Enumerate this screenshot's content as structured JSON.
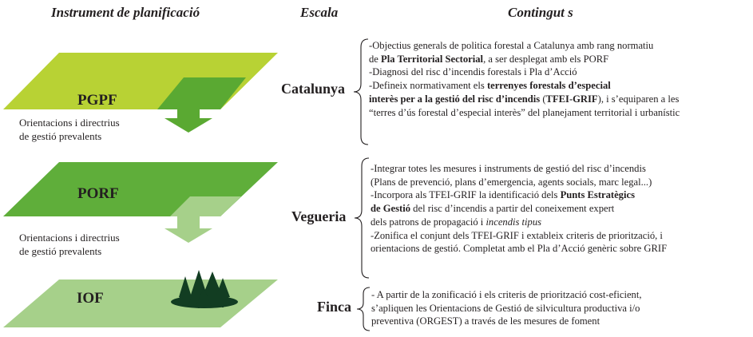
{
  "headers": {
    "instrument": "Instrument de planificació",
    "scale": "Escala",
    "contents": "Contingut s"
  },
  "colors": {
    "pgpf_layer": "#b8d234",
    "pgpf_inner": "#5aa932",
    "porf_layer": "#5fae3a",
    "porf_inner": "#a6d08a",
    "iof_layer": "#a6d08a",
    "arrow_dark": "#5aa932",
    "arrow_light": "#a6d08a",
    "trees": "#123d22",
    "text": "#231f20"
  },
  "levels": [
    {
      "code": "PGPF",
      "note": [
        "Orientacions i directrius",
        "de gestió prevalents"
      ],
      "scale": "Catalunya",
      "contents": [
        [
          {
            "t": "-Objectius generals de politica forestal a Catalunya amb rang normatiu"
          }
        ],
        [
          {
            "t": "de "
          },
          {
            "t": "Pla Territorial Sectorial",
            "s": "b"
          },
          {
            "t": ", a ser desplegat amb els PORF"
          }
        ],
        [
          {
            "t": "-Diagnosi del risc d’incendis forestals i Pla d’Acció"
          }
        ],
        [
          {
            "t": "-Defineix normativament els "
          },
          {
            "t": "terrenyes forestals d’especial",
            "s": "b"
          }
        ],
        [
          {
            "t": "interès per a la gestió del risc d’incendis",
            "s": "b"
          },
          {
            "t": " ("
          },
          {
            "t": "TFEI-GRIF",
            "s": "b"
          },
          {
            "t": "), i s’equiparen a les"
          }
        ],
        [
          {
            "t": "“terres d’ús forestal d’especial interès” del planejament territorial i urbanístic"
          }
        ]
      ]
    },
    {
      "code": "PORF",
      "note": [
        "Orientacions i directrius",
        "de gestió prevalents"
      ],
      "scale": "Vegueria",
      "contents": [
        [
          {
            "t": "-Integrar totes les mesures i instruments de gestió del risc d’incendis"
          }
        ],
        [
          {
            "t": "(Plans de prevenció, plans d’emergencia, agents socials, marc legal...)"
          }
        ],
        [
          {
            "t": "-Incorpora als TFEI-GRIF la identificació dels "
          },
          {
            "t": "Punts Estratègics",
            "s": "b"
          }
        ],
        [
          {
            "t": "de Gestió",
            "s": "b"
          },
          {
            "t": " del risc d’incendis a partir del coneixement expert"
          }
        ],
        [
          {
            "t": "dels patrons de propagació i "
          },
          {
            "t": "incendis tipus",
            "s": "i"
          }
        ],
        [
          {
            "t": "-Zonifica el conjunt dels TFEI-GRIF i extableix criteris de priorització, i"
          }
        ],
        [
          {
            "t": "orientacions de gestió. Completat amb el Pla d’Acció genèric sobre GRIF"
          }
        ]
      ]
    },
    {
      "code": "IOF",
      "note": [],
      "scale": "Finca",
      "contents": [
        [
          {
            "t": "- A partir de la zonificació i els criteris de priorització cost-eficient,"
          }
        ],
        [
          {
            "t": "s’apliquen les Orientacions de Gestió de silvicultura productiva i/o"
          }
        ],
        [
          {
            "t": "preventiva (ORGEST) a través de les mesures de foment"
          }
        ]
      ]
    }
  ]
}
